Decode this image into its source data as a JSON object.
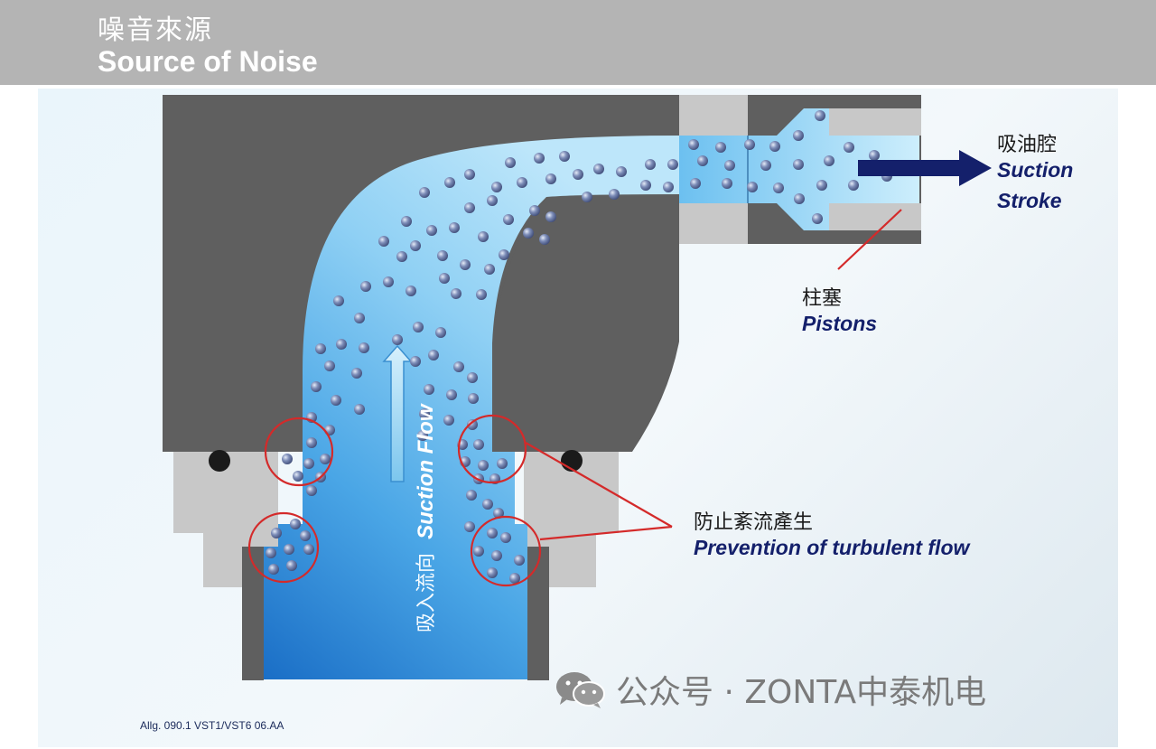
{
  "header": {
    "title_zh": "噪音來源",
    "title_en": "Source of Noise"
  },
  "labels": {
    "suction_stroke_zh": "吸油腔",
    "suction_stroke_en_1": "Suction",
    "suction_stroke_en_2": "Stroke",
    "pistons_zh": "柱塞",
    "pistons_en": "Pistons",
    "prevention_zh": "防止紊流產生",
    "prevention_en": "Prevention of turbulent flow",
    "suction_flow_zh": "吸入流向",
    "suction_flow_en": "Suction Flow"
  },
  "footer": {
    "ref": "Allg. 090.1 VST1/VST6 06.AA"
  },
  "watermark": {
    "icon": "wechat-icon",
    "text": "公众号 · ZONTA中泰机电"
  },
  "colors": {
    "header_bg": "#b4b4b4",
    "housing": "#5f5f5f",
    "seal_block": "#c8c8c8",
    "fluid_light": "#a9dcf6",
    "fluid_dark": "#1f73c9",
    "bubble": "#6f7fa8",
    "highlight_circle": "#d42a2a",
    "label_blue": "#14206b"
  }
}
